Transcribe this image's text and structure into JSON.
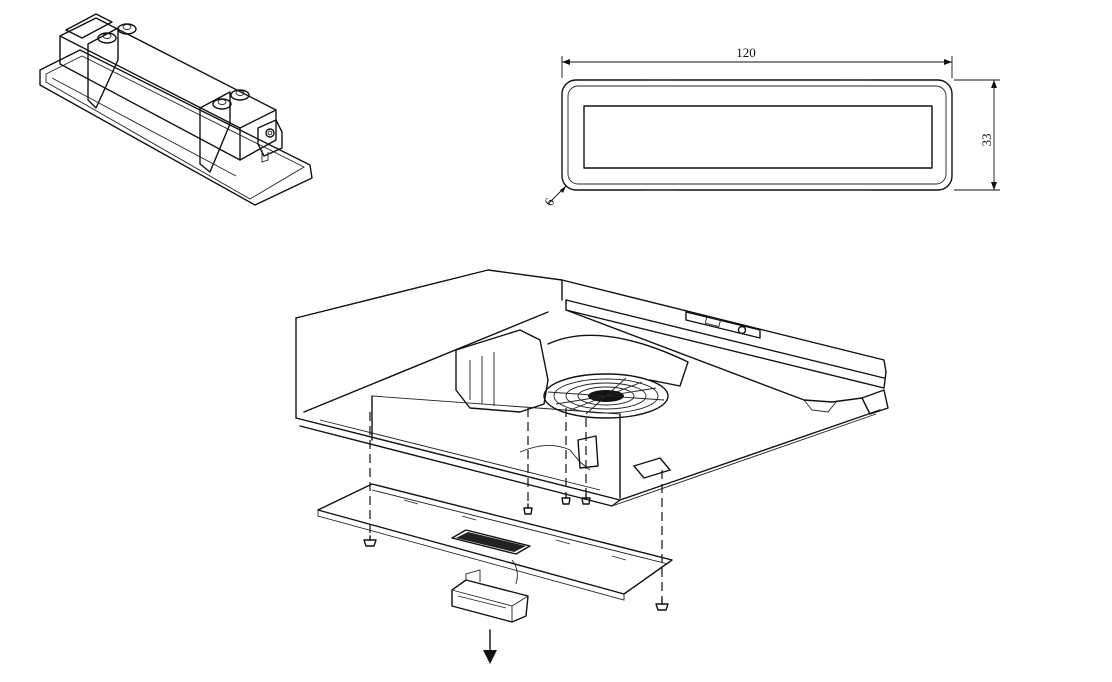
{
  "dimensions": {
    "width": "120",
    "height": "33",
    "corner_radius": "6"
  }
}
